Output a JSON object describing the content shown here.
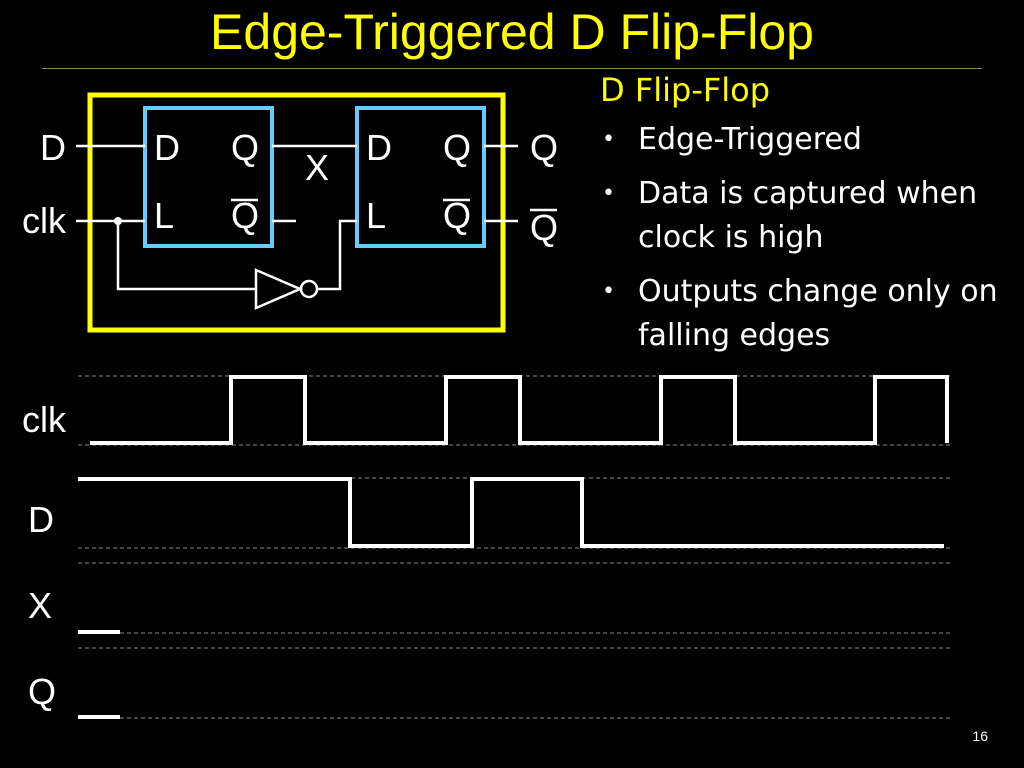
{
  "slide": {
    "title": "Edge-Triggered D Flip-Flop",
    "page_number": "16"
  },
  "colors": {
    "title": "#ffff00",
    "heading": "#ffff00",
    "enclosure": "#ffff00",
    "latch_box": "#66ccff",
    "wire": "#ffffff",
    "background": "#000000"
  },
  "circuit": {
    "input_d": "D",
    "input_clk": "clk",
    "latch1": {
      "in_d": "D",
      "in_l": "L",
      "out_q": "Q",
      "out_qbar": "Q"
    },
    "latch2": {
      "in_d": "D",
      "in_l": "L",
      "out_q": "Q",
      "out_qbar": "Q"
    },
    "internal_node": "X",
    "output_q": "Q",
    "output_qbar": "Q",
    "inverter": "not-gate"
  },
  "bullets": {
    "heading": "D Flip-Flop",
    "items": [
      "Edge-Triggered",
      "Data is captured when clock is high",
      "Outputs change only on falling edges"
    ]
  },
  "timing": {
    "signals": [
      {
        "name": "clk",
        "levels": "0→1→0 pulses (4 high pulses)"
      },
      {
        "name": "D",
        "levels": "1, 0, 1, 0"
      },
      {
        "name": "X",
        "levels": "0 (start only)"
      },
      {
        "name": "Q",
        "levels": "0 (start only)"
      }
    ]
  }
}
